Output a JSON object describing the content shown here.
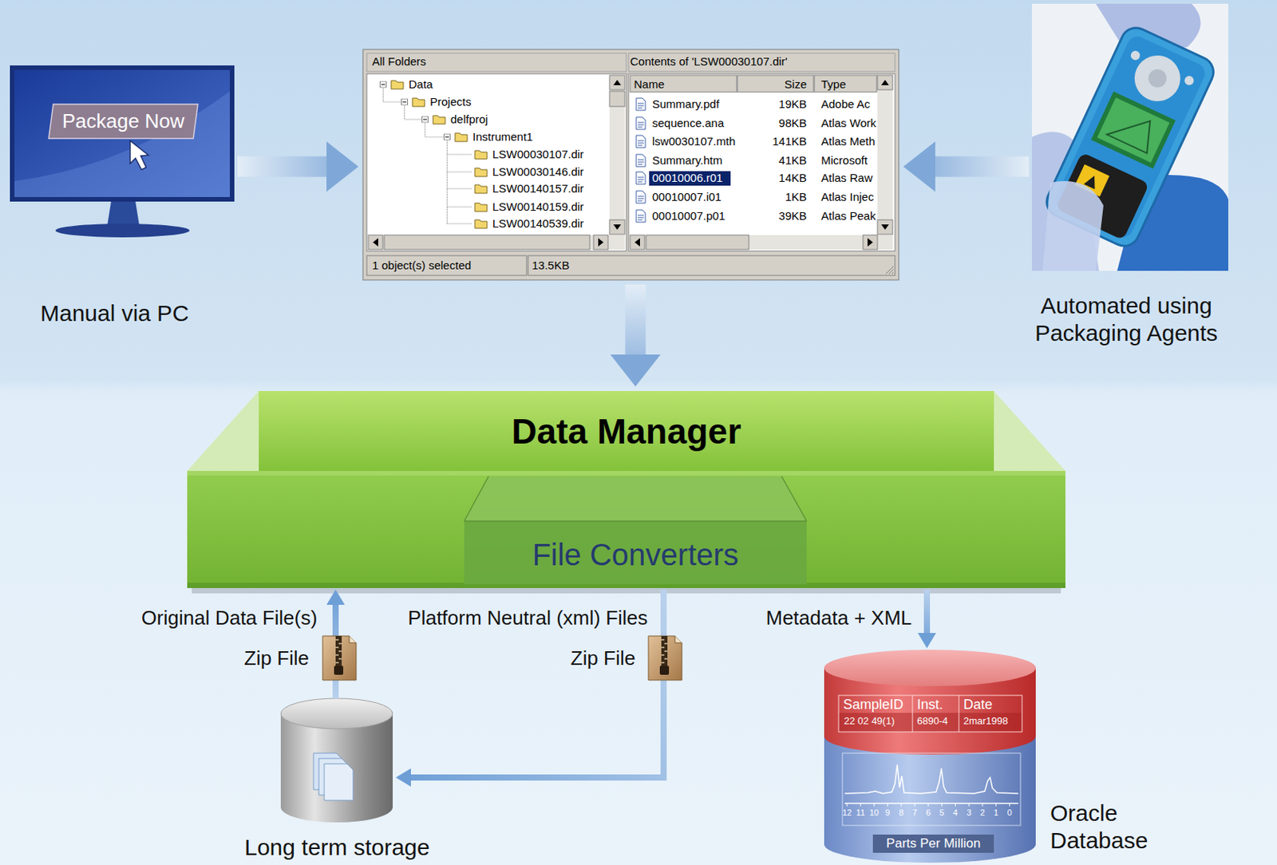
{
  "diagram": {
    "nodes": [
      {
        "text": [
          "Manual via PC"
        ]
      },
      {
        "text": [
          "Package Now"
        ],
        "in": 0
      },
      {
        "text": [
          "All Folders",
          "Contents of 'LSW00030107.dir'"
        ]
      },
      {
        "text": [
          "Automated using Packaging Agents"
        ]
      },
      {
        "text": [
          "Data Manager"
        ]
      },
      {
        "text": [
          "File Converters"
        ],
        "in": 4
      },
      {
        "text": [
          "Long term storage"
        ]
      },
      {
        "text": [
          "Oracle Database"
        ]
      }
    ],
    "edges": [
      {
        "from": 0,
        "to": 2,
        "arrow": "to"
      },
      {
        "from": 3,
        "to": 2,
        "arrow": "to"
      },
      {
        "from": 2,
        "to": 4,
        "arrow": "to"
      },
      {
        "from": 6,
        "to": 4,
        "arrow": "to",
        "label": "Original Data File(s)"
      },
      {
        "from": 4,
        "to": 6,
        "arrow": "to",
        "label": "Platform Neutral (xml) Files"
      },
      {
        "from": 4,
        "to": 7,
        "arrow": "to",
        "label": "Metadata + XML"
      }
    ],
    "labels": [
      "Data",
      "Projects",
      "delfproj",
      "Instrument1",
      "LSW00030107.dir",
      "LSW00030146.dir",
      "LSW00140157.dir",
      "LSW00140159.dir",
      "LSW00140539.dir",
      "Name",
      "Size",
      "Type",
      "Summary.pdf",
      "19KB",
      "Adobe Ac",
      "sequence.ana",
      "98KB",
      "Atlas Work",
      "lsw0030107.mth",
      "141KB",
      "Atlas Meth",
      "Summary.htm",
      "41KB",
      "Microsoft",
      "00010006.r01",
      "14KB",
      "Atlas Raw",
      "00010007.i01",
      "1KB",
      "Atlas Injec",
      "00010007.p01",
      "39KB",
      "Atlas Peak",
      "1 object(s) selected",
      "13.5KB",
      "Zip File",
      "Zip File",
      "SampleID",
      "22 02 49(1)",
      "Inst.",
      "6890-4",
      "Date",
      "2mar1998",
      "12",
      "11",
      "10",
      "9",
      "8",
      "7",
      "6",
      "5",
      "4",
      "3",
      "2",
      "1",
      "0",
      "Parts Per Million"
    ]
  }
}
